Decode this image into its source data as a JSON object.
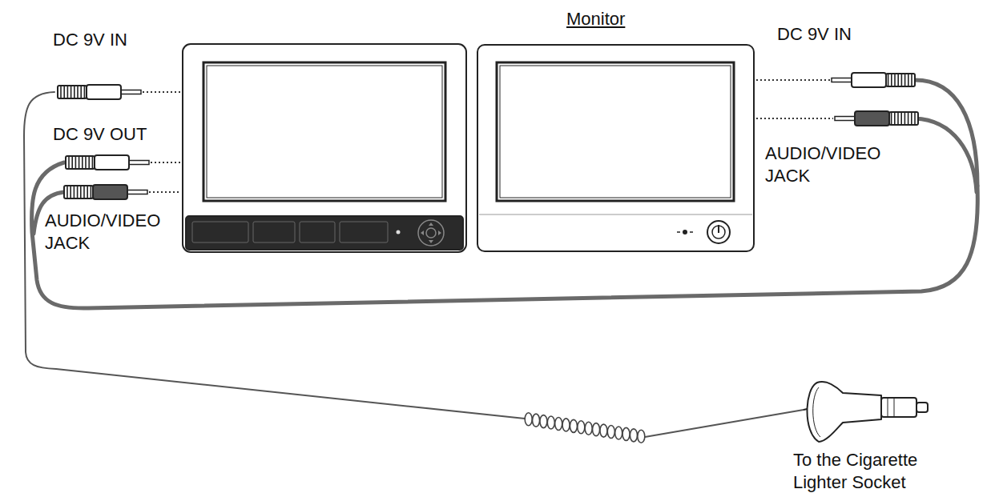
{
  "diagram": {
    "nodes": [
      {
        "text": [
          "Monitor"
        ]
      }
    ],
    "labels": [
      "DC 9V IN",
      "DC 9V OUT",
      "AUDIO/VIDEO JACK",
      "DC 9V IN",
      "AUDIO/VIDEO JACK",
      "To the Cigarette Lighter Socket"
    ]
  }
}
